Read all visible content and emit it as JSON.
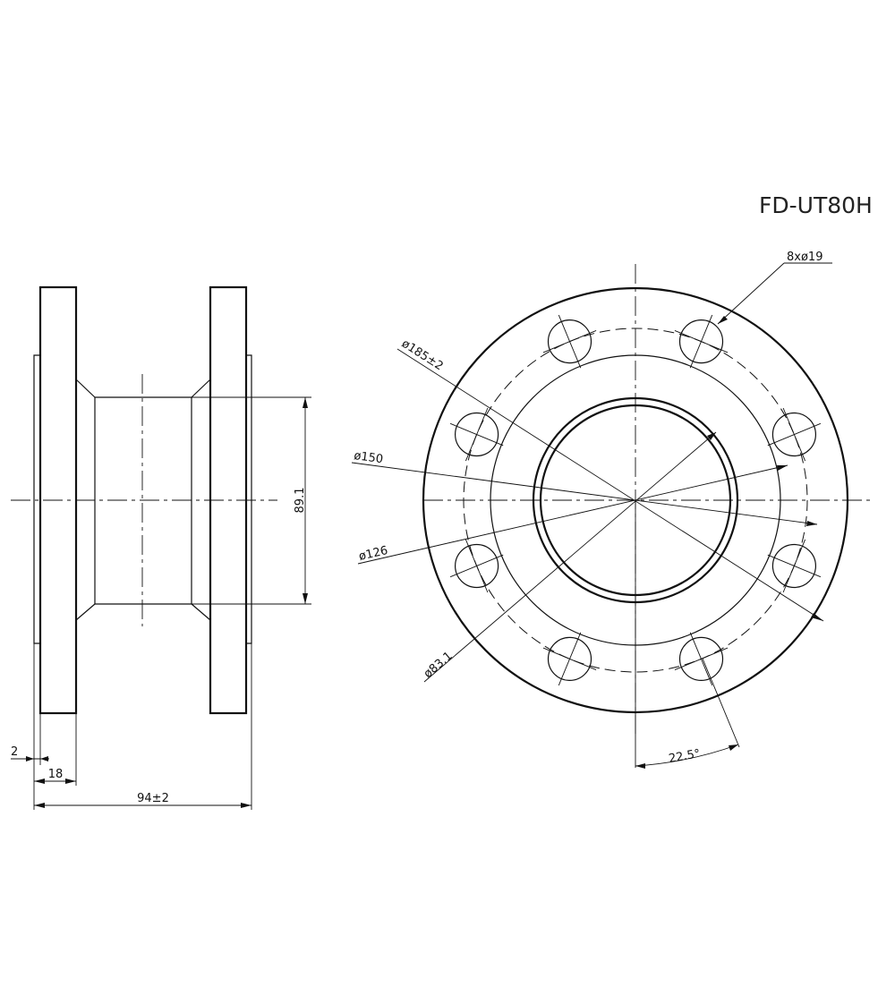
{
  "drawing": {
    "model": "FD-UT80H",
    "side_view": {
      "dim_flange_offset": "2",
      "dim_flange_thickness": "18",
      "dim_overall_length": "94±2",
      "dim_inner_diameter": "89.1"
    },
    "front_view": {
      "dim_bolt_holes": "8xø19",
      "dim_outer_diameter": "ø185±2",
      "dim_bolt_circle": "ø150",
      "dim_raised_face": "ø126",
      "dim_bore": "ø83.1",
      "dim_angle": "22.5°"
    }
  }
}
